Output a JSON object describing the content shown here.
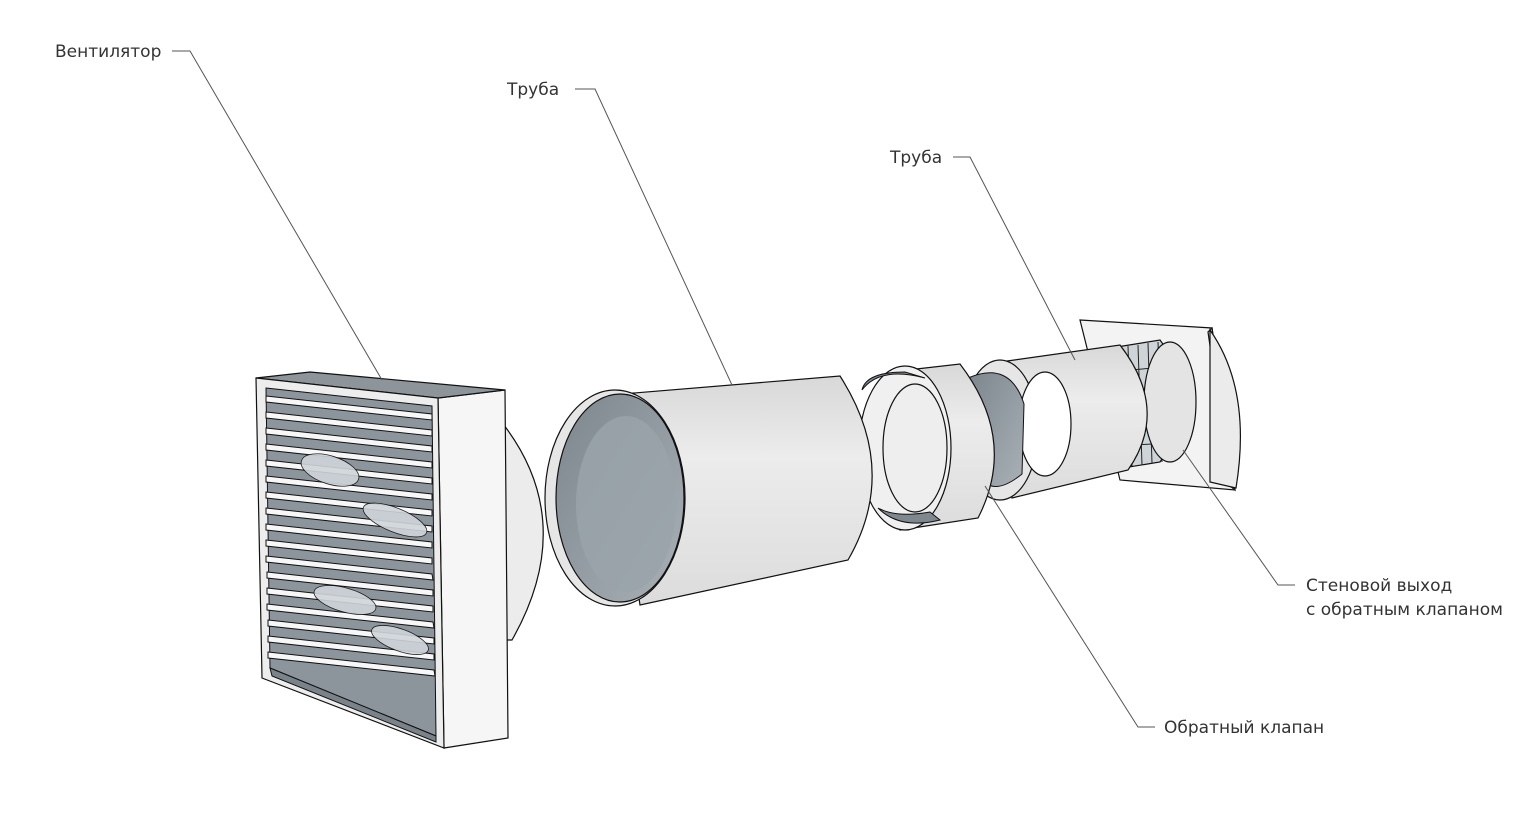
{
  "labels": {
    "fan": "Вентилятор",
    "pipe_1": "Труба",
    "pipe_2": "Труба",
    "wall_outlet_line1": "Стеновой выход",
    "wall_outlet_line2": "с обратным клапаном",
    "check_valve": "Обратный клапан"
  },
  "colors": {
    "surface_light": "#e8e8e8",
    "surface_white": "#f4f4f4",
    "surface_shadow": "#d4d4d4",
    "pipe_interior": "#9aa3aa",
    "grille_slot": "#8c959c",
    "edge": "#111111",
    "leader_line": "#555555",
    "label_text": "#333333"
  }
}
